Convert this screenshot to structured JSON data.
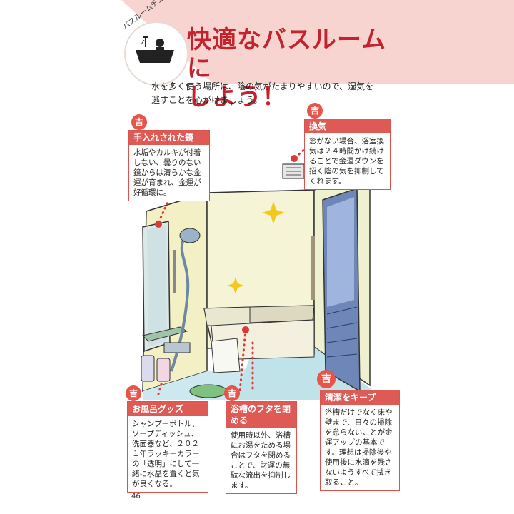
{
  "header": {
    "badge_label": "バスルームチェック",
    "title_line1": "快適なバスルームに",
    "title_line2": "しよう！",
    "intro": "水を多く使う場所は、陰の気がたまりやすいので、湿気を逃すことを心がけましょう。"
  },
  "kichi_label": "吉",
  "callouts": [
    {
      "title": "手入れされた鏡",
      "body": "水垢やカルキが付着しない、曇りのない鏡からは清らかな金運が育まれ、金運が好循環に。"
    },
    {
      "title": "換気",
      "body": "窓がない場合、浴室換気は２４時間かけ続けることで金運ダウンを招く陰の気を抑制してくれます。"
    },
    {
      "title": "お風呂グッズ",
      "body": "シャンプーボトル、ソープディッシュ、洗面器など、２０２１年ラッキーカラーの「透明」にして一緒に水晶を置くと気が良くなる。"
    },
    {
      "title": "浴槽のフタを閉める",
      "body": "使用時以外、浴槽にお湯をためる場合はフタを閉めることで、財運の無駄な流出を抑制します。"
    },
    {
      "title": "清潔をキープ",
      "body": "浴槽だけでなく床や壁まで、日々の掃除を怠らないことが金運アップの基本です。理想は掃除後や使用後に水滴を残さないようすべて拭き取ること。"
    }
  ],
  "page_number": "46",
  "colors": {
    "accent_red": "#c4222c",
    "callout_head": "#de5a55",
    "kichi_circle": "#e8534a",
    "corner_pink": "#f6d3cf"
  }
}
